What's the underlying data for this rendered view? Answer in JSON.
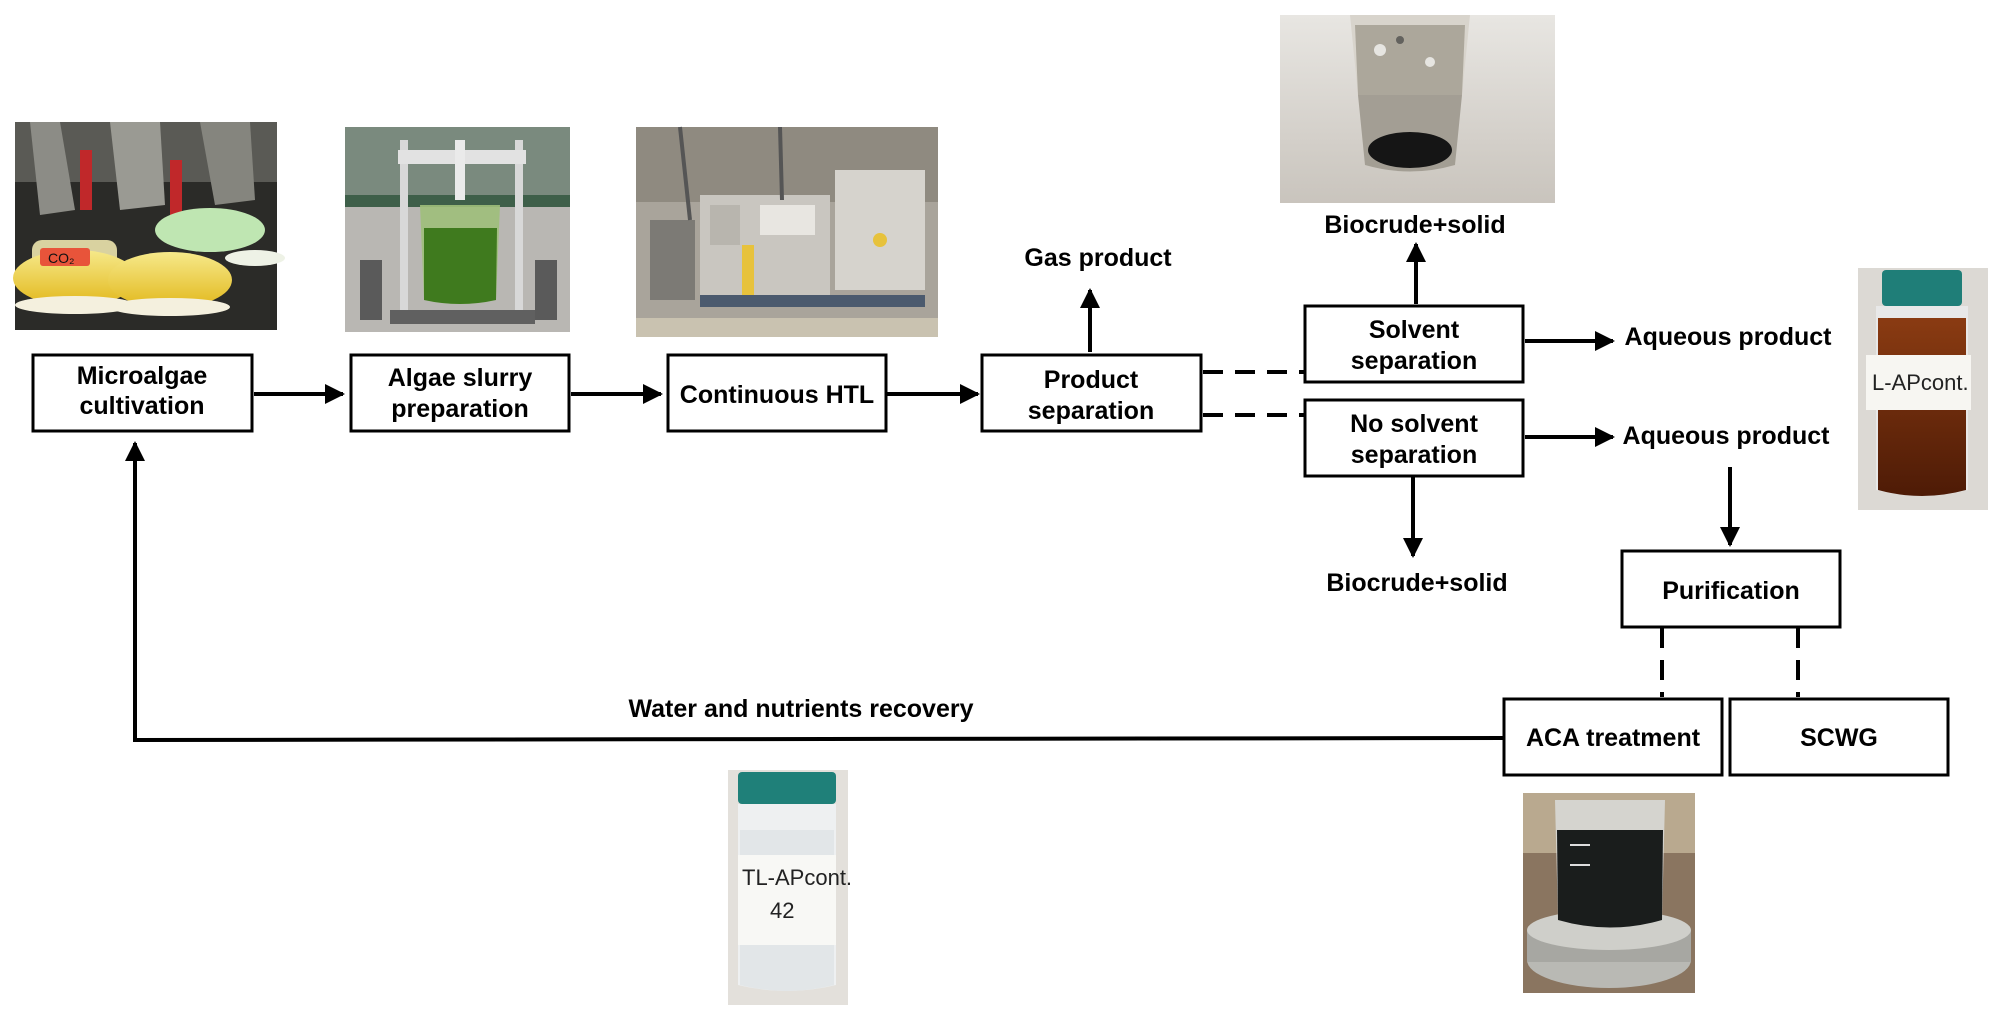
{
  "nodes": {
    "cultivation": {
      "line1": "Microalgae",
      "line2": "cultivation"
    },
    "slurry": {
      "line1": "Algae slurry",
      "line2": "preparation"
    },
    "htl": {
      "label": "Continuous HTL"
    },
    "product_sep": {
      "line1": "Product",
      "line2": "separation"
    },
    "solvent_sep": {
      "line1": "Solvent",
      "line2": "separation"
    },
    "no_solvent_sep": {
      "line1": "No solvent",
      "line2": "separation"
    },
    "purification": {
      "label": "Purification"
    },
    "aca": {
      "label": "ACA treatment"
    },
    "scwg": {
      "label": "SCWG"
    }
  },
  "labels": {
    "gas_product": "Gas product",
    "biocrude_top": "Biocrude+solid",
    "biocrude_bottom": "Biocrude+solid",
    "aqueous_top": "Aqueous product",
    "aqueous_bottom": "Aqueous product",
    "recovery": "Water and nutrients recovery"
  },
  "photos": {
    "cultivation": "photo-cultivation",
    "slurry": "photo-algae-slurry",
    "htl": "photo-htl-plant",
    "biocrude": "photo-biocrude-beaker",
    "aqueous_vial": {
      "text": "L-APcont."
    },
    "treated_vial": {
      "line1": "TL-APcont.",
      "line2": "42"
    },
    "aca_beaker": "photo-aca-beaker"
  }
}
